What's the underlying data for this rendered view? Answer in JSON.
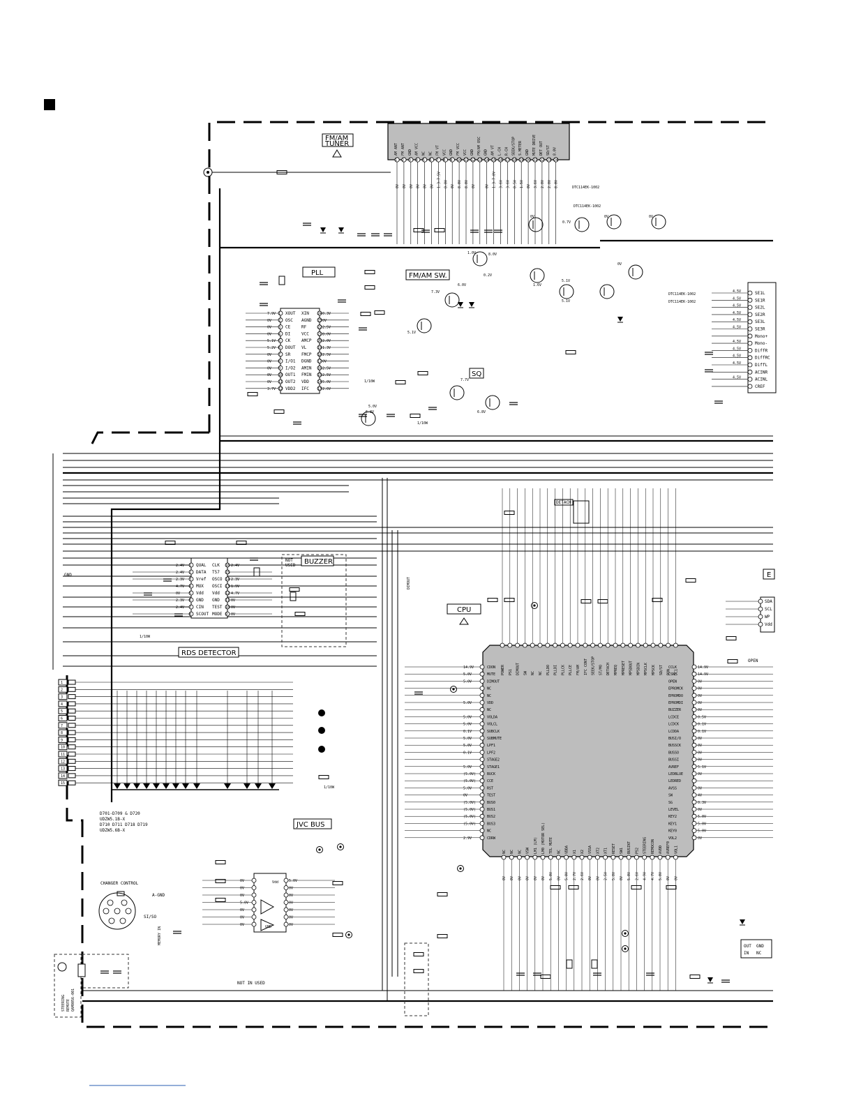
{
  "blocks": {
    "tuner": [
      "FM/AM",
      "TUNER"
    ],
    "pll": "PLL",
    "fmam_sw": "FM/AM SW.",
    "sq": "SQ",
    "rds": "RDS DETECTOR",
    "buzzer": "BUZZER",
    "not_used": [
      "NOT",
      "USED"
    ],
    "cpu": "CPU",
    "jvc_bus": "JVC BUS",
    "changer": "CHANGER CONTROL",
    "detach": "DETACH",
    "open": "OPEN",
    "not_in_used": "NOT IN USED",
    "steering": [
      "STEERING",
      "REMOTE"
    ],
    "steering_part": "QAM0056-001",
    "memory_in": "MEMORY IN",
    "a_gnd": "A-GND",
    "si_so": "SI/SO",
    "gnd": "GND",
    "dimout": "DIMOUT",
    "e_partial": "E",
    "diodes": [
      "D701-D709 & D720",
      "UDZW5.1B-X",
      "D710 D711 D718 D719",
      "UDZW5.6B-X"
    ]
  },
  "tuner_pins": [
    "AM ANT",
    "FM ANT",
    "GND",
    "AM VCC",
    "NC",
    "NC",
    "FM VT",
    "VCC",
    "GND",
    "FM VCC",
    "VCC",
    "GND",
    "FM/AM OSC",
    "GND",
    "AM VT",
    "L-CH",
    "R-CH",
    "SEEK/STOP",
    "S.METER",
    "GND",
    "MUTE DRIVE",
    "DET OUT",
    "SD/ST",
    "8.0V"
  ],
  "tuner_volts": [
    "0V",
    "0V",
    "0V",
    "0V",
    "0V",
    "0V",
    "1.3-7.5V",
    "8.0V",
    "0V",
    "8.0V",
    "8.0V",
    "0V",
    "",
    "0V",
    "1.3-7.8V",
    "3.6V",
    "3.6V",
    "0.5V",
    "1.5V",
    "0V",
    "3.6V",
    "2.0V",
    "2.0V",
    "8.0V"
  ],
  "pll_left": [
    "XOUT",
    "OSC",
    "CE",
    "DI",
    "CK",
    "DOUT",
    "SR",
    "I/O1",
    "I/O2",
    "OUT1",
    "OUT2",
    "VDD2"
  ],
  "pll_right": [
    "XIN",
    "AGND",
    "RF",
    "VCC",
    "AMCP",
    "VL",
    "FMCP",
    "DGND",
    "AMIN",
    "FMIN",
    "VDD",
    "IFC"
  ],
  "pll_lvolts": [
    "7.9V",
    "0V",
    "0V",
    "0V",
    "5.1V",
    "5.2V",
    "0V",
    "0V",
    "0V",
    "0V",
    "0V",
    "3.7V"
  ],
  "pll_rvolts": [
    "0.3V",
    "0V",
    "2.5V",
    "8.0V",
    "2.0V",
    "1.3V",
    "2.5V",
    "0V",
    "2.5V",
    "2.5V",
    "5.0V",
    "2.6V"
  ],
  "rds_left": [
    "QUAL",
    "DATA",
    "Vref",
    "MUX",
    "Vdd",
    "GND",
    "CIN",
    "SCOUT"
  ],
  "rds_right": [
    "CLK",
    "T57",
    "OSCO",
    "OSCI",
    "Vdd",
    "GND",
    "TEST",
    "MODE"
  ],
  "rds_lvolts": [
    "2.4V",
    "2.4V",
    "2.3V",
    "4.7V",
    "0V",
    "2.3V",
    "2.4V",
    ""
  ],
  "rds_rvolts": [
    "2.4V",
    "",
    "2.3V",
    "1.9V",
    "4.7V",
    "0V",
    "0V",
    "0V"
  ],
  "cpu_top": [
    "POWER",
    "PS1",
    "DIMOUT",
    "SW",
    "NC",
    "NC",
    "PLLDO",
    "PLLDI",
    "PLLCK",
    "PLLCE",
    "FM/AM",
    "IFC CONT",
    "SEEK/STOP",
    "ST/MO",
    "DETACH",
    "MPREQ",
    "MPRESET",
    "MPSDOUT",
    "MPSDIN",
    "MPSCLK",
    "MPSCK",
    "SD/ST",
    "PON",
    "DC1"
  ],
  "cpu_left": [
    "CDON",
    "MUTE",
    "DIMOUT",
    "NC",
    "NC",
    "VDD",
    "NC",
    "VOLDA",
    "VOLCL",
    "SUBCLK",
    "SUBMUTE",
    "LPF1",
    "LPF2",
    "STAGE2",
    "STAGE1",
    "BUCK",
    "CCE",
    "RST",
    "TEST",
    "BUS0",
    "BUS1",
    "BUS2",
    "BUS3",
    "NC",
    "CDRW"
  ],
  "cpu_left_volts": [
    "14.9V",
    "5.0V",
    "5.0V",
    "",
    "",
    "5.0V",
    "",
    "5.0V",
    "5.0V",
    "0.1V",
    "5.0V",
    "5.0V",
    "0.1V",
    "",
    "5.0V",
    "(5.0V)",
    "(5.0V)",
    "5.0V",
    "0V",
    "(5.0V)",
    "(5.0V)",
    "(5.0V)",
    "(5.0V)",
    "",
    "2.9V"
  ],
  "cpu_right": [
    "CCLK",
    "CSN",
    "OPEN",
    "EPROMCK",
    "EPROMDO",
    "EPROMDI",
    "BUZZER",
    "LCDCE",
    "LCDCK",
    "LCDDA",
    "BUSI/O",
    "BUSSCK",
    "BUSSO",
    "BUSSI",
    "AVREF",
    "LEDBLUE",
    "LEDRED",
    "AVSS",
    "SW",
    "SG",
    "LEVEL",
    "KEY2",
    "KEY1",
    "KEY0",
    "VOL2"
  ],
  "cpu_right_volts": [
    "14.9V",
    "14.9V",
    "0V",
    "0V",
    "0V",
    "0V",
    "0V",
    "0.5V",
    "0.1V",
    "0.1V",
    "0V",
    "0V",
    "0V",
    "0V",
    "5.1V",
    "0V",
    "",
    "0V",
    "4V",
    "0.3V",
    "0V",
    "5.0V",
    "5.0V",
    "5.0V",
    "0V"
  ],
  "cpu_bottom": [
    "NC",
    "NC",
    "NC",
    "VSW",
    "LM1 (LM)",
    "LM0 (MOTOR SEL)",
    "TEL MUTE",
    "NC",
    "VDDA",
    "X1",
    "X2",
    "VSSA",
    "XT2",
    "XT1",
    "RESET",
    "SW1",
    "BUSINT",
    "PS2",
    "STEERING",
    "REMOCON",
    "AVDD",
    "AVREF0",
    "VOL1"
  ],
  "cpu_bottom_volts": [
    "0V",
    "0V",
    "0V",
    "0V",
    "0V",
    "0V",
    "5.0V",
    "0V",
    "5.0V",
    "2.7V",
    "2.6V",
    "0V",
    "0V",
    "2.5V",
    "5.0V",
    "0V",
    "5.0V",
    "2.6V",
    "4.9V",
    "4.7V",
    "5.0V",
    "0V",
    "0V"
  ],
  "right_conn": [
    "SE1L",
    "SE1R",
    "SE2L",
    "SE2R",
    "SE3L",
    "SE3R",
    "Mono+",
    "Mono-",
    "DiffR",
    "DiffRC",
    "DiffL",
    "ACINR",
    "ACINL",
    "CREF"
  ],
  "right_conn_volts": [
    "4.5V",
    "4.5V",
    "4.5V",
    "4.5V",
    "4.5V",
    "4.5V",
    "",
    "4.5V",
    "4.5V",
    "4.5V",
    "4.5V",
    "",
    "4.5V",
    ""
  ],
  "eeprom_pins": [
    "SDA",
    "SCL",
    "WP",
    "Vdd"
  ],
  "reg_pins": [
    "OUT",
    "IN",
    "GND",
    "NC"
  ],
  "jvc_ic_left_volts": [
    "0V",
    "0V",
    "0V",
    "5.0V",
    "0V",
    "0V",
    "0V"
  ],
  "jvc_ic_right_volts": [
    "5.0V",
    "0V",
    "0V",
    "0V",
    "0V",
    "0V",
    "0V"
  ],
  "jvc_ic_labels": [
    "Vdd",
    "GND"
  ],
  "conn_left_numbers": [
    "1",
    "2",
    "3",
    "4",
    "5",
    "6",
    "7",
    "8",
    "9",
    "10",
    "11",
    "12",
    "13",
    "14",
    "15"
  ],
  "transistor_parts": [
    "DTC114EK-1002",
    "DTC114EK-1002",
    "DTC114EK-1002",
    "DTC114EK-1002"
  ],
  "tr_volts": [
    "0V",
    "0.7V",
    "0V",
    "0V",
    "5.1V",
    "5.1V",
    "1.6V",
    "0V",
    "8.0V",
    "7.3V",
    "6.0V",
    "7.7V",
    "6.8V",
    "5.0V",
    "5.1V",
    "1.0V",
    "0.2V",
    "6.8V"
  ],
  "res_labels": [
    "1/10W",
    "1/10W",
    "1/10W",
    "1/10W"
  ]
}
